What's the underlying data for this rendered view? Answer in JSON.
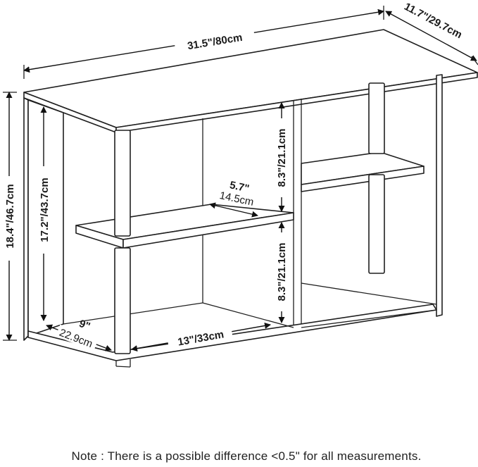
{
  "dimensions": {
    "width": "31.5\"/80cm",
    "depth": "11.7\"/29.7cm",
    "total_height": "18.4\"/46.7cm",
    "inner_height": "17.2\"/43.7cm",
    "shelf_depth_in": "5.7\"",
    "shelf_depth_cm": "14.5cm",
    "upper_opening": "8.3\"/21.1cm",
    "lower_opening": "8.3\"/21.1cm",
    "bottom_depth_in": "9\"",
    "bottom_depth_cm": "22.9cm",
    "bottom_width": "13\"/33cm"
  },
  "note": "Note : There is a possible difference <0.5\" for all measurements."
}
